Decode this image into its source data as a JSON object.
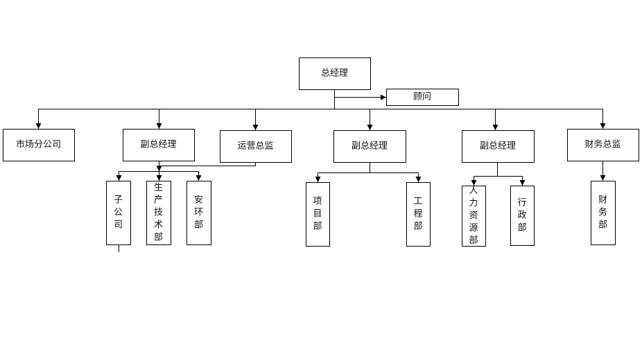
{
  "org_chart": {
    "nodes": [
      {
        "id": "gm",
        "label": "总经理",
        "vertical": false
      },
      {
        "id": "advisor",
        "label": "顾问",
        "vertical": false
      },
      {
        "id": "market",
        "label": "市场分公司",
        "vertical": false
      },
      {
        "id": "vp1",
        "label": "副总经理",
        "vertical": false
      },
      {
        "id": "ops",
        "label": "运营总监",
        "vertical": false
      },
      {
        "id": "vp2",
        "label": "副总经理",
        "vertical": false
      },
      {
        "id": "vp3",
        "label": "副总经理",
        "vertical": false
      },
      {
        "id": "cfo",
        "label": "财务总监",
        "vertical": false
      },
      {
        "id": "subsidiary",
        "label": "子公司",
        "vertical": true
      },
      {
        "id": "prodtech",
        "label": "生产技术部",
        "vertical": true
      },
      {
        "id": "safety",
        "label": "安环部",
        "vertical": true
      },
      {
        "id": "project",
        "label": "项目部",
        "vertical": true
      },
      {
        "id": "engineering",
        "label": "工程部",
        "vertical": true
      },
      {
        "id": "hr",
        "label": "人力资源部",
        "vertical": true
      },
      {
        "id": "admin",
        "label": "行政部",
        "vertical": true
      },
      {
        "id": "finance",
        "label": "财务部",
        "vertical": true
      }
    ],
    "edges": [
      {
        "from": "gm",
        "to": "advisor"
      },
      {
        "from": "gm",
        "to": "market"
      },
      {
        "from": "gm",
        "to": "vp1"
      },
      {
        "from": "gm",
        "to": "ops"
      },
      {
        "from": "gm",
        "to": "vp2"
      },
      {
        "from": "gm",
        "to": "vp3"
      },
      {
        "from": "gm",
        "to": "cfo"
      },
      {
        "from": "vp1",
        "to": "subsidiary"
      },
      {
        "from": "vp1",
        "to": "prodtech"
      },
      {
        "from": "vp1",
        "to": "safety"
      },
      {
        "from": "ops",
        "to": "prodtech"
      },
      {
        "from": "vp2",
        "to": "project"
      },
      {
        "from": "vp2",
        "to": "engineering"
      },
      {
        "from": "vp3",
        "to": "hr"
      },
      {
        "from": "vp3",
        "to": "admin"
      },
      {
        "from": "cfo",
        "to": "finance"
      }
    ]
  }
}
